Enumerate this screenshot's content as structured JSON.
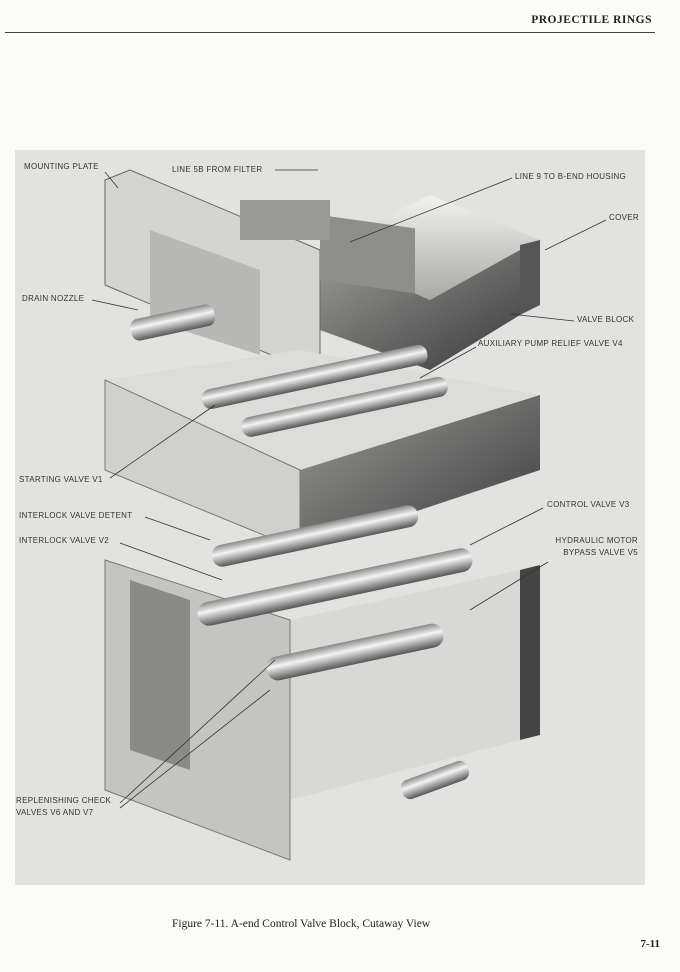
{
  "header": {
    "title": "PROJECTILE RINGS"
  },
  "figure": {
    "labels": {
      "mounting_plate": "MOUNTING PLATE",
      "line_5b": "LINE 5B FROM FILTER",
      "line_9": "LINE 9 TO B-END HOUSING",
      "cover": "COVER",
      "drain_nozzle": "DRAIN NOZZLE",
      "valve_block": "VALVE BLOCK",
      "aux_pump_relief": "AUXILIARY PUMP RELIEF VALVE V4",
      "starting_valve": "STARTING VALVE V1",
      "interlock_detent": "INTERLOCK VALVE DETENT",
      "control_valve": "CONTROL VALVE V3",
      "interlock_valve": "INTERLOCK VALVE V2",
      "hyd_motor_1": "HYDRAULIC MOTOR",
      "hyd_motor_2": "BYPASS VALVE V5",
      "replenishing_1": "REPLENISHING CHECK",
      "replenishing_2": "VALVES V6 AND V7"
    },
    "caption": "Figure 7-11.  A-end Control Valve Block, Cutaway View"
  },
  "footer": {
    "page_number": "7-11"
  }
}
